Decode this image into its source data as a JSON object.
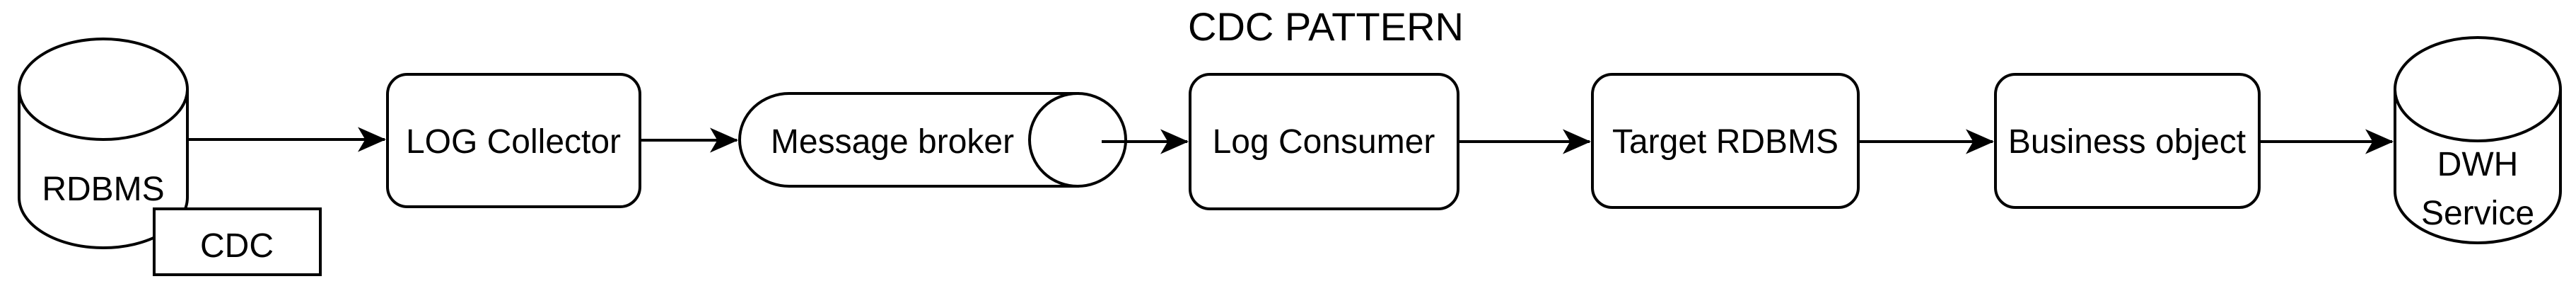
{
  "diagram": {
    "title": "CDC PATTERN",
    "background_color": "#ffffff",
    "stroke_color": "#000000",
    "text_color": "#000000",
    "nodes": {
      "source_rdbms": {
        "label": "RDBMS",
        "shape": "cylinder"
      },
      "cdc": {
        "label": "CDC",
        "shape": "rectangle"
      },
      "log_collector": {
        "label": "LOG Collector",
        "shape": "rounded-rectangle"
      },
      "message_broker": {
        "label": "Message broker",
        "shape": "horizontal-queue-cylinder"
      },
      "log_consumer": {
        "label": "Log Consumer",
        "shape": "rounded-rectangle"
      },
      "target_rdbms": {
        "label": "Target RDBMS",
        "shape": "rounded-rectangle"
      },
      "business_object": {
        "label": "Business object",
        "shape": "rounded-rectangle"
      },
      "dwh_service": {
        "label_line1": "DWH",
        "label_line2": "Service",
        "shape": "cylinder"
      }
    },
    "edges": [
      {
        "from": "RDBMS",
        "to": "LOG Collector"
      },
      {
        "from": "LOG Collector",
        "to": "Message broker"
      },
      {
        "from": "Message broker",
        "to": "Log Consumer"
      },
      {
        "from": "Log Consumer",
        "to": "Target RDBMS"
      },
      {
        "from": "Target RDBMS",
        "to": "Business object"
      },
      {
        "from": "Business object",
        "to": "DWH Service"
      }
    ]
  }
}
